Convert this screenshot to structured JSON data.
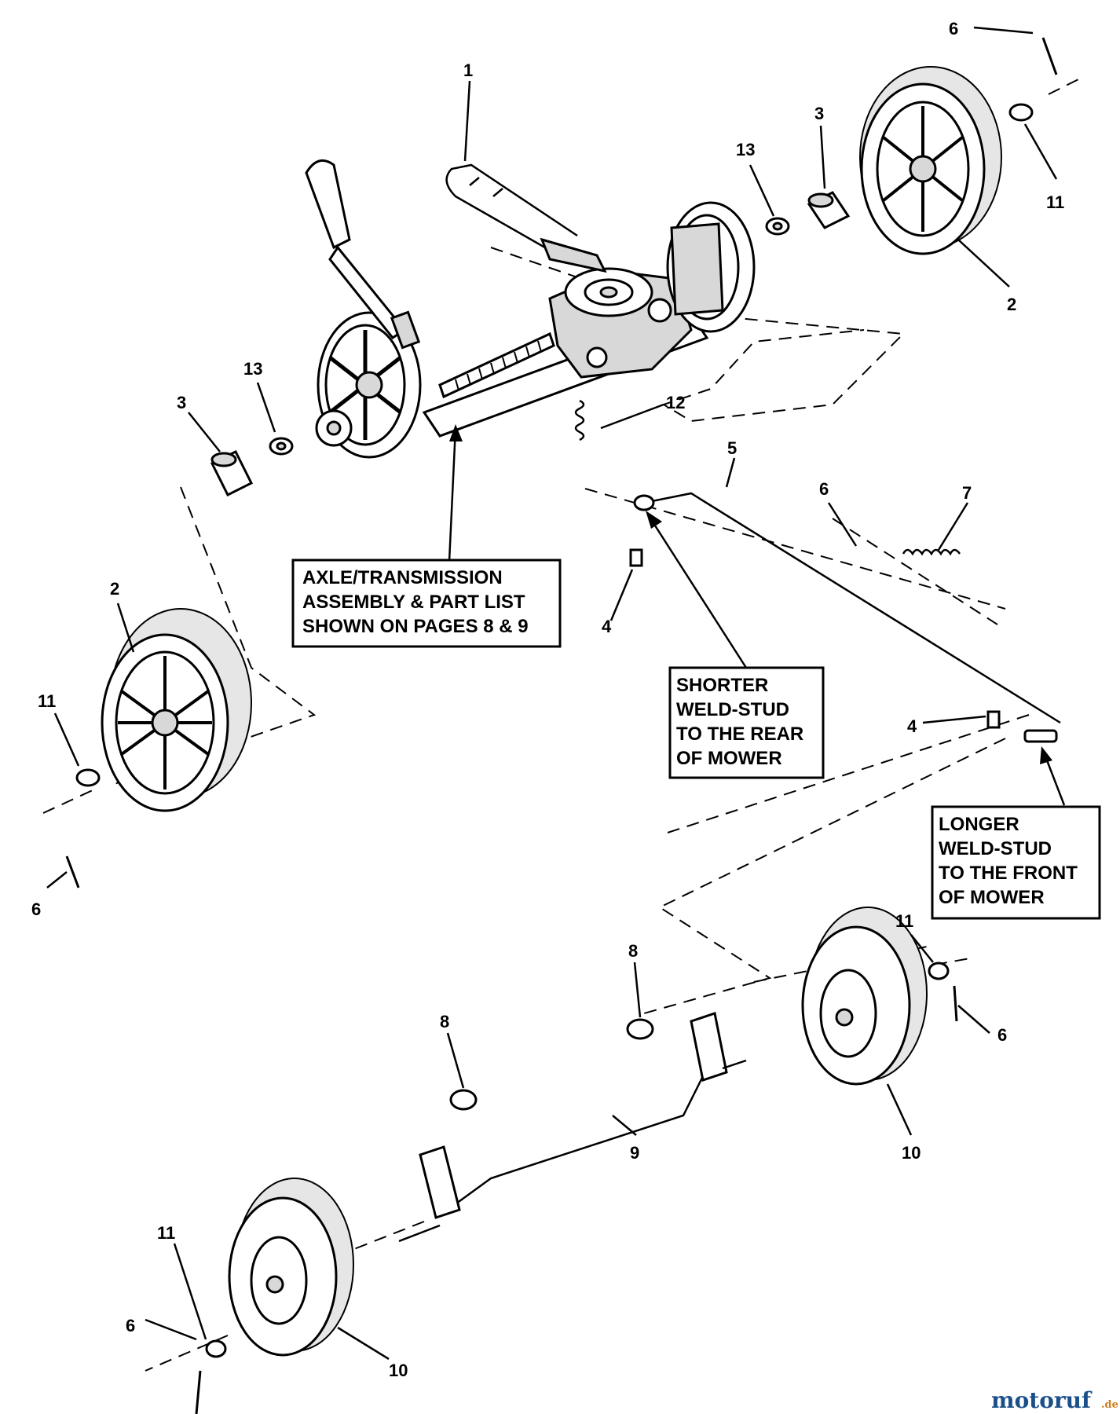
{
  "callouts": [
    {
      "id": "c1a",
      "label": "1"
    },
    {
      "id": "c6a",
      "label": "6"
    },
    {
      "id": "c3a",
      "label": "3"
    },
    {
      "id": "c13a",
      "label": "13"
    },
    {
      "id": "c11a",
      "label": "11"
    },
    {
      "id": "c2a",
      "label": "2"
    },
    {
      "id": "c13b",
      "label": "13"
    },
    {
      "id": "c3b",
      "label": "3"
    },
    {
      "id": "c12",
      "label": "12"
    },
    {
      "id": "c5",
      "label": "5"
    },
    {
      "id": "c6b",
      "label": "6"
    },
    {
      "id": "c7",
      "label": "7"
    },
    {
      "id": "c4a",
      "label": "4"
    },
    {
      "id": "c2b",
      "label": "2"
    },
    {
      "id": "c11b",
      "label": "11"
    },
    {
      "id": "c6c",
      "label": "6"
    },
    {
      "id": "c4b",
      "label": "4"
    },
    {
      "id": "c11c",
      "label": "11"
    },
    {
      "id": "c8a",
      "label": "8"
    },
    {
      "id": "c6d",
      "label": "6"
    },
    {
      "id": "c8b",
      "label": "8"
    },
    {
      "id": "c10a",
      "label": "10"
    },
    {
      "id": "c9",
      "label": "9"
    },
    {
      "id": "c11d",
      "label": "11"
    },
    {
      "id": "c6e",
      "label": "6"
    },
    {
      "id": "c10b",
      "label": "10"
    }
  ],
  "notes": {
    "axle_transmission": [
      "AXLE/TRANSMISSION",
      "ASSEMBLY & PART LIST",
      "SHOWN ON PAGES 8 & 9"
    ],
    "shorter_stud": [
      "SHORTER",
      "WELD-STUD",
      "TO THE REAR",
      "OF MOWER"
    ],
    "longer_stud": [
      "LONGER",
      "WELD-STUD",
      "TO THE FRONT",
      "OF MOWER"
    ]
  },
  "watermark": {
    "brand": "motoruf",
    "suffix": ".de"
  }
}
